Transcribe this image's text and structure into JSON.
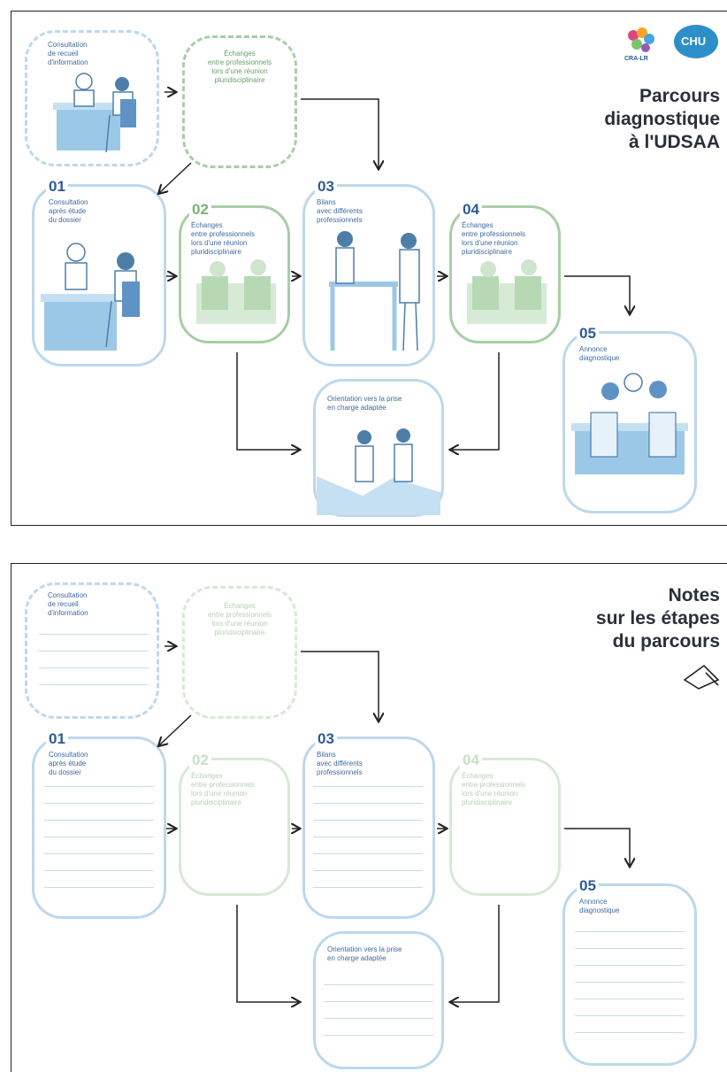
{
  "top": {
    "title": "Parcours\ndiagnostique\nà l'UDSAA",
    "logo_cra": "CRA-LR",
    "logo_chu": "CHU",
    "step0": {
      "label": "Consultation\nde recueil\nd'information"
    },
    "step0b": {
      "label": "Échanges\nentre professionnels\nlors d'une réunion\npluridisciplinaire"
    },
    "step1": {
      "num": "01",
      "label": "Consultation\naprès étude\ndu dossier"
    },
    "step2": {
      "num": "02",
      "label": "Échanges\nentre professionnels\nlors d'une réunion\npluridisciplinaire"
    },
    "step3": {
      "num": "03",
      "label": "Bilans\navec différents\nprofessionnels"
    },
    "step4": {
      "num": "04",
      "label": "Échanges\nentre professionnels\nlors d'une réunion\npluridisciplinaire"
    },
    "step5": {
      "num": "05",
      "label": "Annonce\ndiagnostique"
    },
    "orientation": {
      "label": "Orientation vers la prise\nen charge adaptée"
    }
  },
  "bottom": {
    "title": "Notes\nsur les étapes\ndu parcours",
    "pen_icon": "writing-hand-icon",
    "step0": {
      "label": "Consultation\nde recueil\nd'information"
    },
    "step0b": {
      "label": "Échanges\nentre professionnels\nlors d'une réunion\npluridisciplinaire"
    },
    "step1": {
      "num": "01",
      "label": "Consultation\naprès étude\ndu dossier"
    },
    "step2": {
      "num": "02",
      "label": "Échanges\nentre professionnels\nlors d'une réunion\npluridisciplinaire"
    },
    "step3": {
      "num": "03",
      "label": "Bilans\navec différents\nprofessionnels"
    },
    "step4": {
      "num": "04",
      "label": "Échanges\nentre professionnels\nlors d'une réunion\npluridisciplinaire"
    },
    "step5": {
      "num": "05",
      "label": "Annonce\ndiagnostique"
    },
    "orientation": {
      "label": "Orientation vers la prise\nen charge adaptée"
    }
  },
  "colors": {
    "blue_border": "#bcd8ec",
    "green_border": "#a7cfa4",
    "number_blue": "#2d5d8f",
    "title_dark": "#2a2f3a"
  }
}
